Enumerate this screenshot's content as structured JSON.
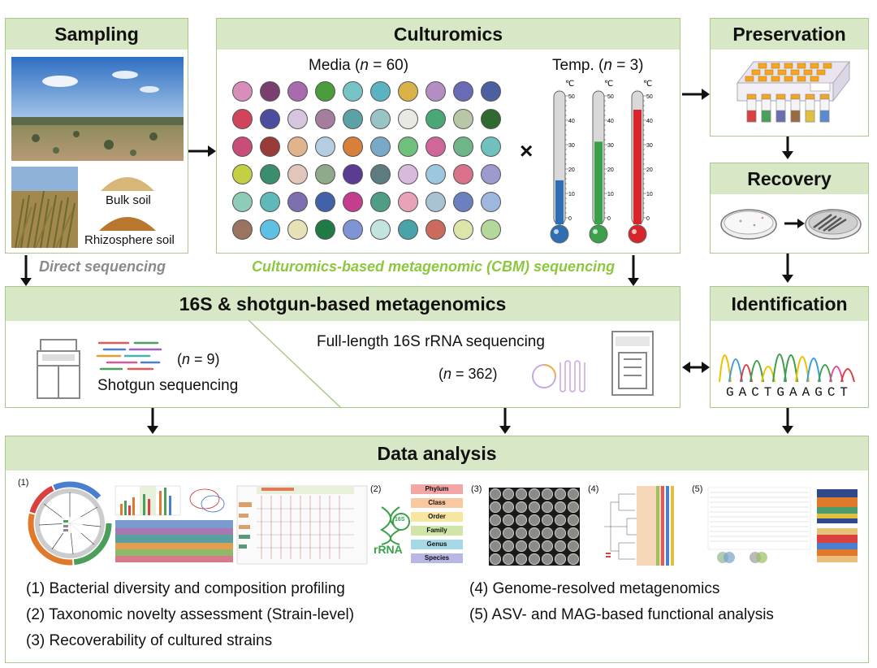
{
  "sampling": {
    "title": "Sampling",
    "bulk_soil": "Bulk soil",
    "rhizosphere_soil": "Rhizosphere soil"
  },
  "culturomics": {
    "title": "Culturomics",
    "media_prefix": "Media (",
    "media_n": "n",
    "media_suffix": " = 60)",
    "temp_prefix": "Temp. (",
    "temp_n": "n",
    "temp_suffix": " = 3)",
    "times": "×",
    "degree_unit": "℃",
    "scale_ticks": [
      "50",
      "40",
      "30",
      "20",
      "10",
      "0"
    ],
    "thermometers": [
      {
        "color": "#2f6eb3",
        "level": 0.33
      },
      {
        "color": "#3aa04a",
        "level": 0.62
      },
      {
        "color": "#d7262b",
        "level": 0.86
      }
    ],
    "media_colors": [
      [
        "#d88dbb",
        "#7a3f6e",
        "#a96bae",
        "#4a9d3a",
        "#77c4c6",
        "#5ab3c1",
        "#d9b24a",
        "#b48ec3",
        "#6a6bb5",
        "#4c5fa0"
      ],
      [
        "#d2445a",
        "#4b4e9e",
        "#d7c4df",
        "#a57e9e",
        "#5aa2a6",
        "#99c4c6",
        "#e9e9e3",
        "#4aa876",
        "#b8c8a6",
        "#2f6a2e"
      ],
      [
        "#c94d7a",
        "#9a3b3a",
        "#e0b48c",
        "#b4cde0",
        "#d6803a",
        "#7aa9c8",
        "#6fc07c",
        "#d0679a",
        "#6fb58a",
        "#6fc1be"
      ],
      [
        "#c4d043",
        "#3a8e6d",
        "#e2c6b9",
        "#8faa8a",
        "#5a3d92",
        "#5d7c80",
        "#d9b9dd",
        "#9cc7de",
        "#d9728a",
        "#9d9ad0"
      ],
      [
        "#8fcbb9",
        "#5fb8b9",
        "#7e6fb0",
        "#4162a8",
        "#c43e8d",
        "#4f9d87",
        "#e9a3b9",
        "#a9c2d4",
        "#6b81bf",
        "#9eb7dd"
      ],
      [
        "#9a7460",
        "#5ec0e2",
        "#e6e2b6",
        "#1f7a45",
        "#7f94d4",
        "#c3e3df",
        "#4aa3a8",
        "#cd6a5e",
        "#dfe5a9",
        "#b4d79b"
      ]
    ]
  },
  "preservation": {
    "title": "Preservation"
  },
  "recovery": {
    "title": "Recovery"
  },
  "identification": {
    "title": "Identification",
    "sequence": "GACTGAAGCT"
  },
  "flow": {
    "direct_sequencing": "Direct sequencing",
    "cbm_sequencing": "Culturomics-based metagenomic (CBM) sequencing"
  },
  "metagenomics": {
    "title": "16S & shotgun-based metagenomics",
    "shotgun_n_prefix": "(",
    "shotgun_n_var": "n",
    "shotgun_n_suffix": " = 9)",
    "shotgun_label": "Shotgun sequencing",
    "fulllength_label": "Full-length 16S rRNA sequencing",
    "fl_n_prefix": "(",
    "fl_n_var": "n",
    "fl_n_suffix": " = 362)"
  },
  "analysis": {
    "title": "Data analysis",
    "panel_numbers": [
      "(1)",
      "(2)",
      "(3)",
      "(4)",
      "(5)"
    ],
    "taxonomy_ranks": [
      "Phylum",
      "Class",
      "Order",
      "Family",
      "Genus",
      "Species"
    ],
    "rrna_top": "16S",
    "rrna_label": "rRNA",
    "items": [
      "(1) Bacterial diversity and composition profiling",
      "(2) Taxonomic novelty assessment (Strain-level)",
      "(3) Recoverability of cultured strains",
      "(4) Genome-resolved metagenomics",
      "(5) ASV- and MAG-based functional analysis"
    ]
  },
  "colors": {
    "header_fill": "#d8e7c6",
    "border": "#a9c98c",
    "cbm_green": "#8dc63f",
    "direct_gray": "#8a8a8a"
  }
}
